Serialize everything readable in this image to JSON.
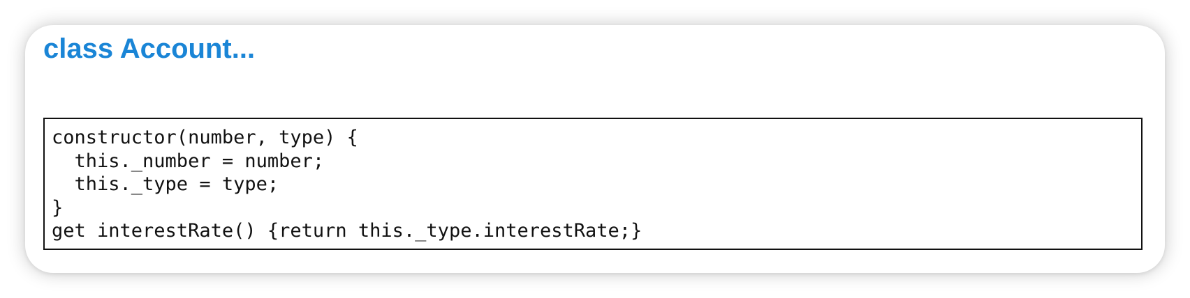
{
  "heading": {
    "title": "class Account..."
  },
  "code": {
    "lines": [
      "constructor(number, type) {",
      "  this._number = number;",
      "  this._type = type;",
      "}",
      "get interestRate() {return this._type.interestRate;}"
    ]
  },
  "colors": {
    "title": "#1a85d6",
    "text": "#111111",
    "border": "#111111",
    "background": "#ffffff"
  }
}
